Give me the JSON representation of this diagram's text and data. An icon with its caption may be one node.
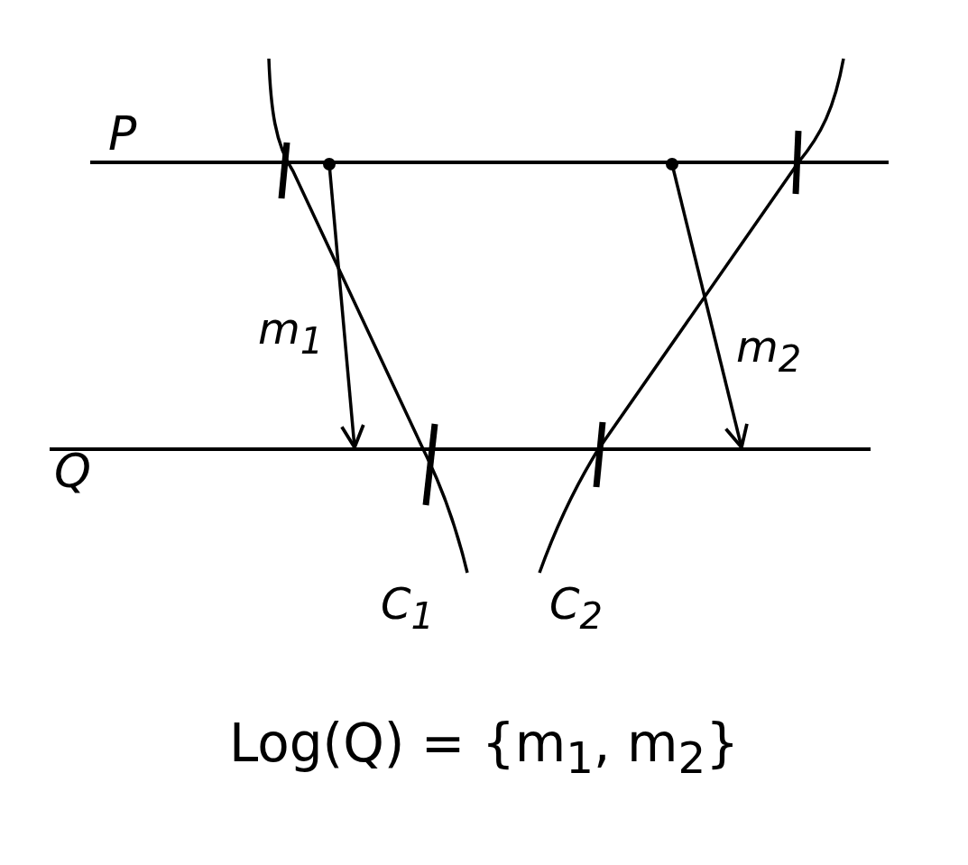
{
  "diagram": {
    "caption": "Log(Q) = {m$_{1}$, m$_{2}$}",
    "nodes": [
      {
        "text": [
          "P"
        ]
      },
      {
        "text": [
          "Q"
        ]
      }
    ],
    "edges": [
      {
        "from": 0,
        "to": 1,
        "arrow": "to",
        "label": "m$_{1}$"
      },
      {
        "from": 0,
        "to": 1,
        "arrow": "to",
        "label": "m$_{2}$"
      }
    ],
    "labels": [
      "C$_{1}$",
      "C$_{2}$"
    ]
  }
}
